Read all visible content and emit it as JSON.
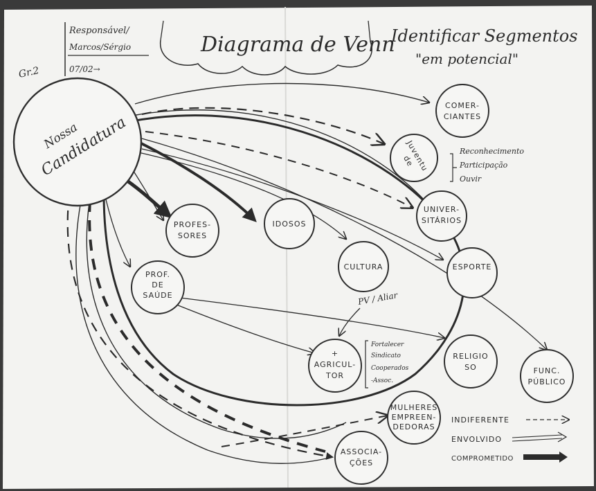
{
  "header": {
    "group": "Gr.2",
    "responsible_label": "Responsável/",
    "responsible_names": "Marcos/Sérgio",
    "date": "07/02→",
    "title": "Diagrama de Venn",
    "subtitle_line1": "Identificar Segmentos",
    "subtitle_line2": "\"em potencial\""
  },
  "center": {
    "line1": "Nossa",
    "line2": "Candidatura"
  },
  "nodes": {
    "comerciantes": [
      "COMER-",
      "CIANTES"
    ],
    "juventude": [
      "Juventu",
      "de"
    ],
    "universitarios": [
      "UNIVER-",
      "SITÁRIOS"
    ],
    "professores": [
      "PROFES-",
      "SORES"
    ],
    "idosos": [
      "IDOSOS"
    ],
    "cultura": [
      "CULTURA"
    ],
    "esporte": [
      "ESPORTE"
    ],
    "prof_saude": [
      "PROF.",
      "DE",
      "SAÚDE"
    ],
    "agricultor": [
      "+",
      "AGRICUL-",
      "TOR"
    ],
    "religioso": [
      "RELIGIO",
      "SO"
    ],
    "func_publico": [
      "FUNC.",
      "PÚBLICO"
    ],
    "mulheres": [
      "MULHERES",
      "EMPREEN-",
      "DEDORAS"
    ],
    "associacoes": [
      "ASSOCIA-",
      "ÇÕES"
    ]
  },
  "notes": {
    "juventude": [
      "Reconhecimento",
      "Participação",
      "Ouvir"
    ],
    "agricultor": [
      "Fortalecer",
      "Sindicato",
      "Cooperados",
      "-Assoc."
    ],
    "pv": "PV / Aliar"
  },
  "legend": {
    "indiferente": "INDIFERENTE",
    "envolvido": "ENVOLVIDO",
    "comprometido": "COMPROMETIDO"
  },
  "colors": {
    "paper": "#f3f3f1",
    "ink": "#2b2b2b",
    "shadow": "#3a3a3a"
  }
}
